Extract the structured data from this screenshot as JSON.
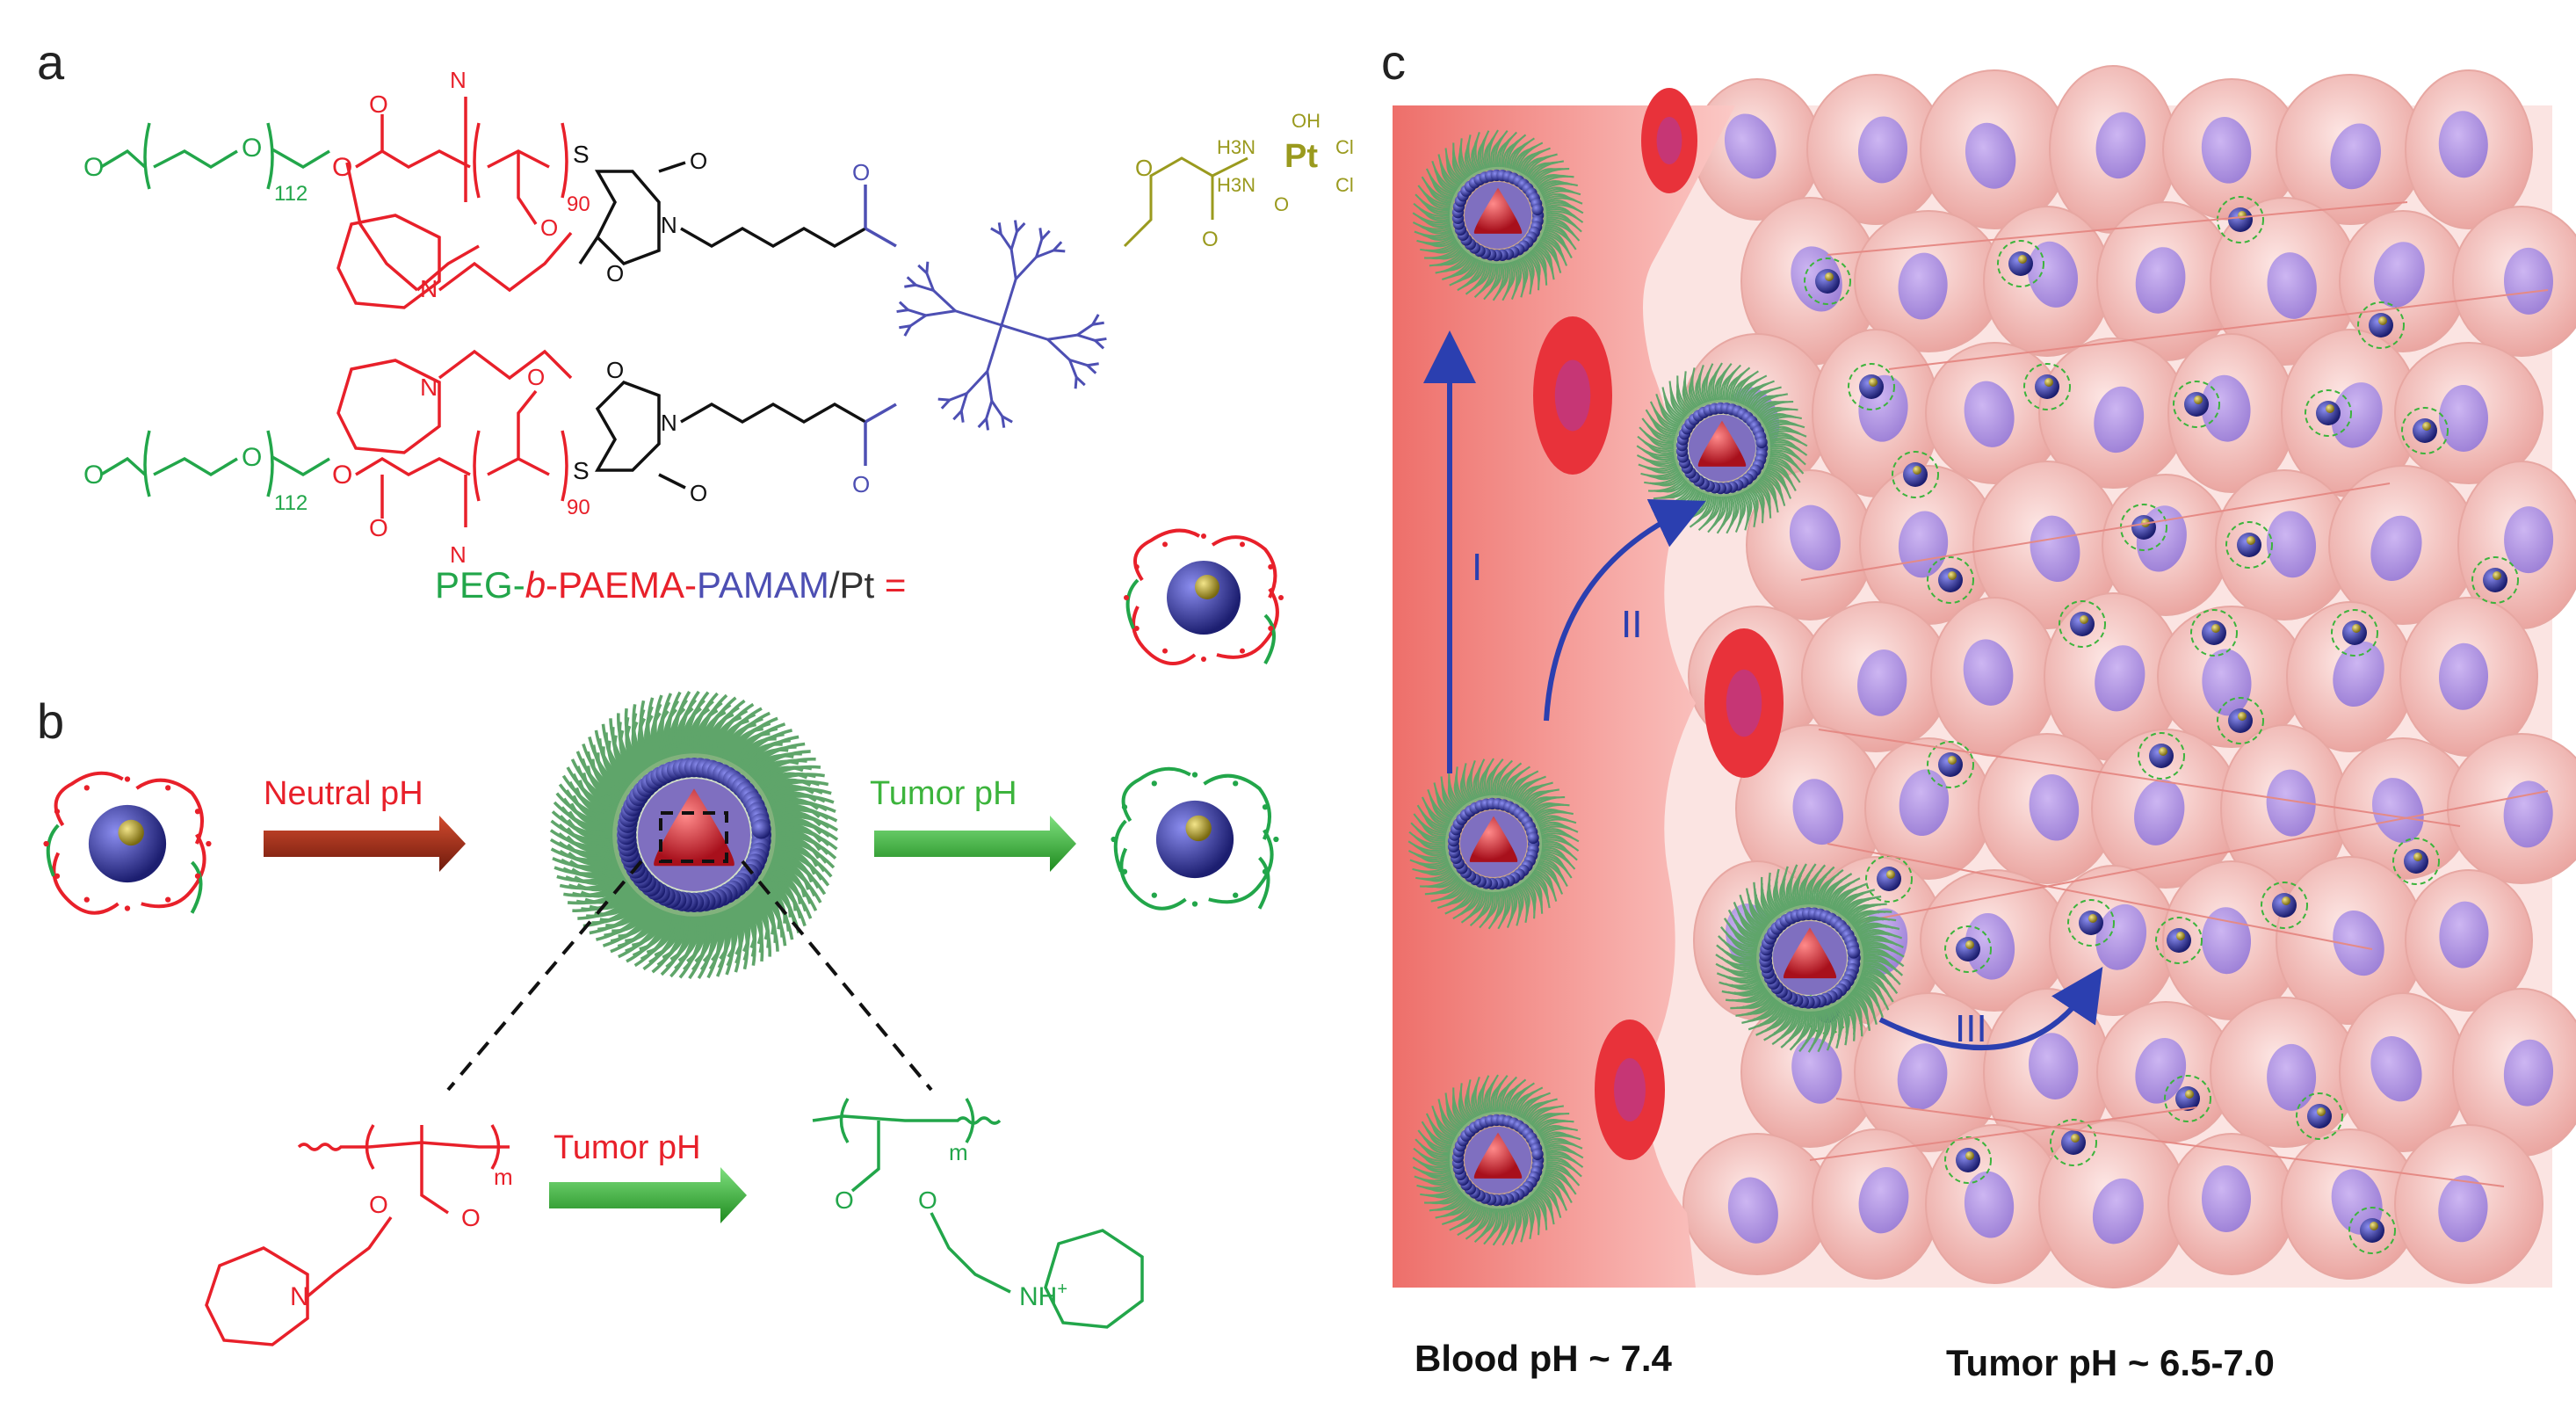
{
  "panels": {
    "a": {
      "label": "a",
      "chains": {
        "terminal": "O",
        "methoxy": "O",
        "peg_repeat": "112",
        "paema_repeat": "90",
        "nitrile_n": "N",
        "thioether": "S",
        "amine_n": "N",
        "imide_n": "N",
        "carbonyl_o": "O"
      },
      "platinum": {
        "center": "Pt",
        "oh": "OH",
        "cl1": "Cl",
        "cl2": "Cl",
        "nh3_1": "H3N",
        "nh3_2": "H3N",
        "ester_o": "O"
      },
      "legend": {
        "peg": "PEG-",
        "b": "b",
        "paema": "-PAEMA-",
        "pamam": "PAMAM",
        "pt": "/Pt",
        "eq": " ="
      }
    },
    "b": {
      "label": "b",
      "arrow_neutral": "Neutral pH",
      "arrow_tumor": "Tumor pH",
      "arrow_tumor_lower": "Tumor pH",
      "repeat_m": "m",
      "n_left": "N",
      "nh_plus": "NH",
      "plus": "+"
    },
    "c": {
      "label": "c",
      "routes": [
        "I",
        "II",
        "III"
      ],
      "blood_ph": "Blood pH ~ 7.4",
      "tumor_ph": "Tumor pH ~ 6.5-7.0"
    }
  },
  "colors": {
    "peg_green": "#22a64a",
    "paema_red": "#e8202a",
    "pamam_blue": "#4d4fb3",
    "pt_olive": "#9a9a1e",
    "arrow_brown": "#9b2a14",
    "arrow_green": "#3cb43c",
    "route_blue": "#2b3fb0",
    "vessel_red": "#f2837f",
    "cell_pink": "#f7c8c4",
    "nucleus_purple": "#b79be0"
  }
}
